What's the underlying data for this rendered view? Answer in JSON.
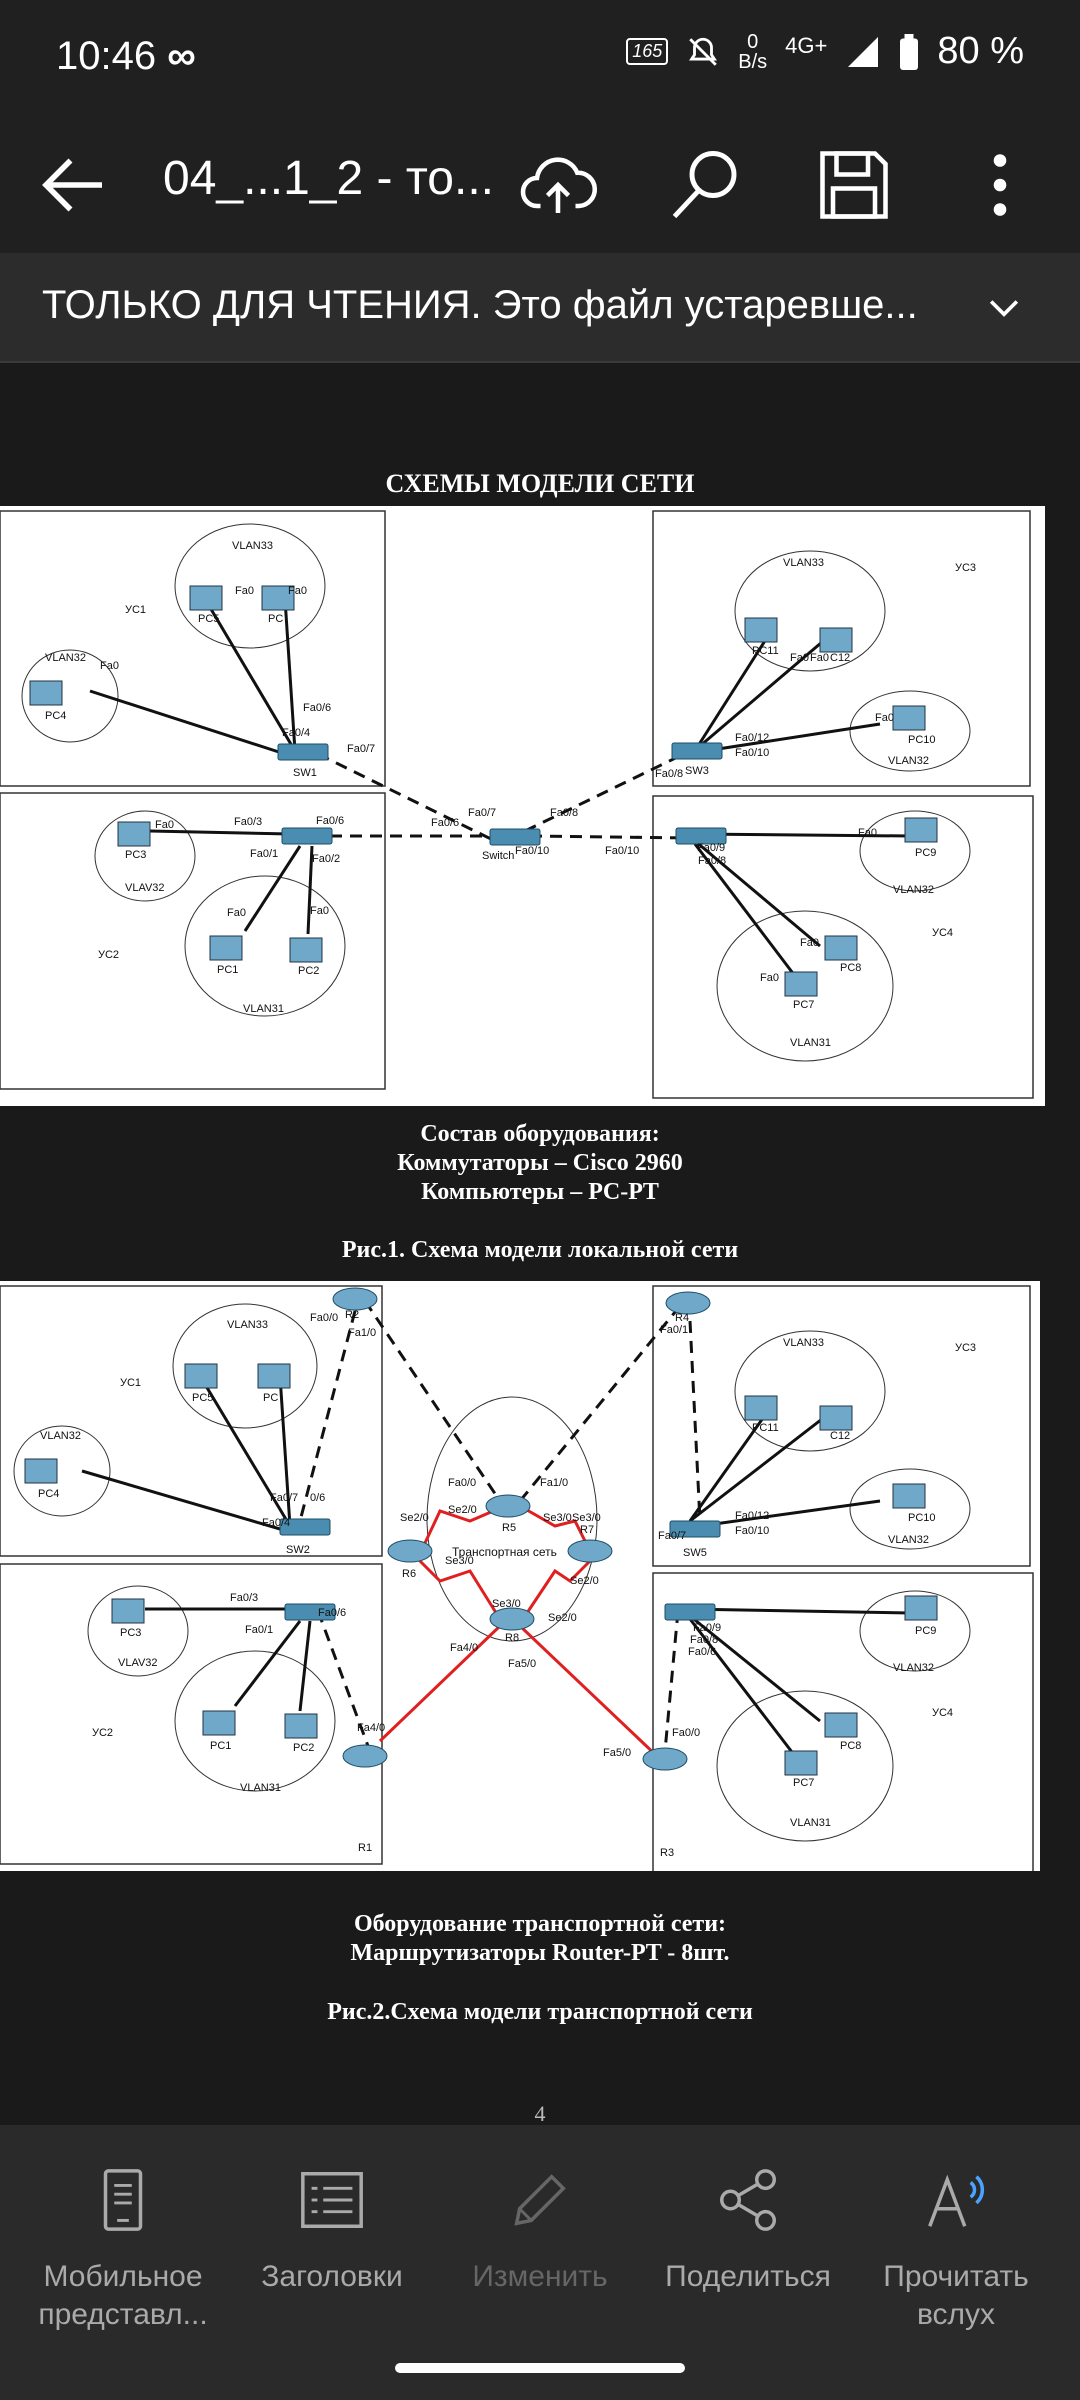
{
  "status": {
    "time": "10:46",
    "infinity": "∞",
    "hz": "165",
    "net_top": "0",
    "net_bottom": "B/s",
    "network": "4G+",
    "battery": "80 %"
  },
  "toolbar": {
    "title": "04_...1_2 - то...",
    "icons": [
      "back-arrow-icon",
      "cloud-upload-icon",
      "search-icon",
      "save-icon",
      "more-vertical-icon"
    ]
  },
  "banner": {
    "text": "ТОЛЬКО ДЛЯ ЧТЕНИЯ. Это файл устаревше..."
  },
  "document": {
    "heading": "СХЕМЫ МОДЕЛИ СЕТИ",
    "fig1": {
      "caption_lines": [
        "Состав оборудования:",
        "Коммутаторы – Cisco 2960",
        "Компьютеры – PC-PT"
      ],
      "title": "Рис.1. Схема модели локальной сети",
      "zones": [
        "УС1",
        "УС2",
        "УС3",
        "УС4"
      ],
      "vlans": [
        "VLAN33",
        "VLAN32",
        "VLAV32",
        "VLAN31",
        "VLAN33",
        "VLAN32",
        "VLAN32",
        "VLAN31"
      ],
      "switches": [
        "SW1",
        "Switch",
        "SW3"
      ],
      "pcs": [
        "PC1",
        "PC2",
        "PC3",
        "PC4",
        "PC5",
        "PC",
        "PC7",
        "PC8",
        "PC9",
        "PC10",
        "PC11",
        "C12"
      ],
      "ports": [
        "Fa0/4",
        "Fa0/7",
        "Fa0/6",
        "Fa0/3",
        "Fa0/1",
        "Fa0/2",
        "Fa0/7",
        "Fa0/6",
        "Fa0/10",
        "Fa0/8",
        "Fa0/8",
        "Fa0/10",
        "Fa0/12",
        "Fa0/9",
        "Fa0/8",
        "Fa0"
      ]
    },
    "fig2": {
      "caption_lines": [
        "Оборудование транспортной сети:",
        "Маршрутизаторы Router-PT  - 8шт."
      ],
      "title": "Рис.2.Схема модели транспортной сети",
      "transport_label": "Транспортная сеть",
      "routers": [
        "R1",
        "R2",
        "R3",
        "R4",
        "R5",
        "R6",
        "R7",
        "R8"
      ],
      "switches": [
        "SW2",
        "SW5"
      ],
      "ports": [
        "Fa0/0",
        "Fa1/0",
        "Fa0/7",
        "0/6",
        "Fa0/4",
        "Fa0/1",
        "Fa0/6",
        "Fa4/0",
        "Fa0/0",
        "Fa1/0",
        "Se2/0",
        "Se3/0",
        "Se2/0",
        "Se3/0",
        "Se3/0",
        "Se2/0",
        "Se3/0",
        "Se2/0",
        "Fa4/0",
        "Fa5/0",
        "Fa5/0",
        "Fa0/0",
        "Fa0/1",
        "Fa0/7",
        "Fa0/10",
        "Fa0/12",
        "Fa0/9",
        "Fa0/8",
        "Fa0/6"
      ]
    },
    "page_number": "4"
  },
  "bottom_nav": [
    {
      "label": "Мобильное представл...",
      "icon": "mobile-view-icon",
      "enabled": true
    },
    {
      "label": "Заголовки",
      "icon": "headings-icon",
      "enabled": true
    },
    {
      "label": "Изменить",
      "icon": "edit-pencil-icon",
      "enabled": false
    },
    {
      "label": "Поделиться",
      "icon": "share-icon",
      "enabled": true
    },
    {
      "label": "Прочитать вслух",
      "icon": "read-aloud-icon",
      "enabled": true
    }
  ]
}
